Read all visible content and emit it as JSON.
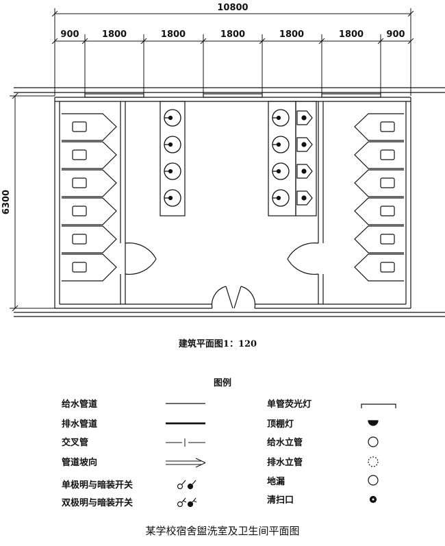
{
  "dimensions": {
    "total_width": "10800",
    "segments": [
      "900",
      "1800",
      "1800",
      "1800",
      "1800",
      "1800",
      "900"
    ],
    "depth": "6300"
  },
  "plan_caption": "建筑平面图1：120",
  "legend": {
    "title": "图例",
    "left": [
      {
        "label": "给水管道",
        "symbol": "line-thin-icon"
      },
      {
        "label": "排水管道",
        "symbol": "line-thick-icon"
      },
      {
        "label": "交叉管",
        "symbol": "crossing-pipe-icon"
      },
      {
        "label": "管道坡向",
        "symbol": "slope-arrow-icon"
      },
      {
        "label": "单极明与暗装开关",
        "symbol": "single-switch-icon"
      },
      {
        "label": "双极明与暗装开关",
        "symbol": "double-switch-icon"
      }
    ],
    "right": [
      {
        "label": "单管荧光灯",
        "symbol": "fluorescent-lamp-icon"
      },
      {
        "label": "顶棚灯",
        "symbol": "ceiling-lamp-icon"
      },
      {
        "label": "给水立管",
        "symbol": "supply-riser-icon"
      },
      {
        "label": "排水立管",
        "symbol": "drain-riser-icon"
      },
      {
        "label": "地漏",
        "symbol": "floor-drain-icon"
      },
      {
        "label": "清扫口",
        "symbol": "cleanout-icon"
      }
    ]
  },
  "figure_caption": "某学校宿舍盥洗室及卫生间平面图"
}
